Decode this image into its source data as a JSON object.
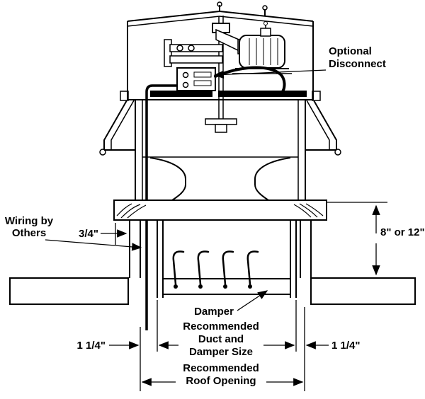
{
  "labels": {
    "optional_disconnect": {
      "line1": "Optional",
      "line2": "Disconnect"
    },
    "wiring_by_others": {
      "line1": "Wiring by",
      "line2": "Others"
    },
    "damper": "Damper"
  },
  "dimensions": {
    "curb_overhang": "3/4\"",
    "curb_height": "8\" or 12\"",
    "left_clearance": "1 1/4\"",
    "right_clearance": "1 1/4\"",
    "duct": {
      "line1": "Recommended",
      "line2": "Duct and",
      "line3": "Damper Size"
    },
    "roof_opening": {
      "line1": "Recommended",
      "line2": "Roof Opening"
    }
  },
  "colors": {
    "line": "#000000",
    "roof_fill": "#a9a9a9",
    "background": "#ffffff"
  }
}
